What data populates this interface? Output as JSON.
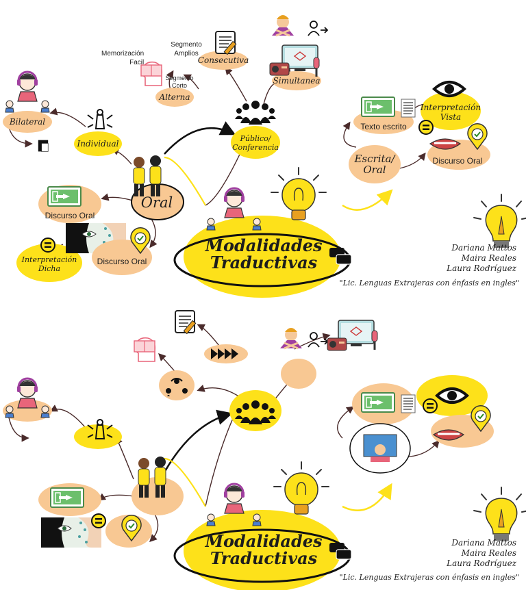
{
  "title_line1": "Modalidades",
  "title_line2": "Traductivas",
  "authors": [
    "Dariana Mattos",
    "Maira Reales",
    "Laura Rodríguez"
  ],
  "program": "\"Lic. Lenguas Extrajeras con énfasis en ingles\"",
  "top": {
    "oral": "Oral",
    "escrita_oral_1": "Escrita/",
    "escrita_oral_2": "Oral",
    "individual": "Individual",
    "bilateral": "Bilateral",
    "publico_1": "Público/",
    "publico_2": "Conferencia",
    "consecutiva": "Consecutiva",
    "simultanea": "Simultanea",
    "alterna": "Alterna",
    "seg_amplios_1": "Segmento",
    "seg_amplios_2": "Amplios",
    "seg_corto_1": "Segmento",
    "seg_corto_2": "Corto",
    "memorizacion_1": "Memorización",
    "memorizacion_2": "Facil",
    "discurso_oral": "Discurso Oral",
    "discurso_oral_2": "Discurso Oral",
    "interpretacion_dicha_1": "Interpretación",
    "interpretacion_dicha_2": "Dicha",
    "texto_escrito": "Texto escrito",
    "interpretacion_vista_1": "Interpretación",
    "interpretacion_vista_2": "Vista",
    "discurso_oral_3": "Discurso Oral"
  },
  "colors": {
    "yellow": "#fde11a",
    "peach": "#f8c893",
    "dark": "#1d1d1d",
    "pink": "#e8657a",
    "green": "#6cbf6c"
  },
  "icons": [
    "headset-person-icon",
    "two-people-talking-icon",
    "audience-icon",
    "lightbulb-icon",
    "book-head-icon",
    "notepad-icon",
    "computer-icon",
    "exit-sign-icon",
    "eye-icon",
    "mouth-icon",
    "checkmark-pin-icon",
    "equals-icon",
    "document-icon",
    "crossed-arms-icon",
    "arrow-person-icon",
    "pencil-bulb-icon",
    "chat-bubbles-icon",
    "fast-forward-icon",
    "rotate-people-icon"
  ]
}
